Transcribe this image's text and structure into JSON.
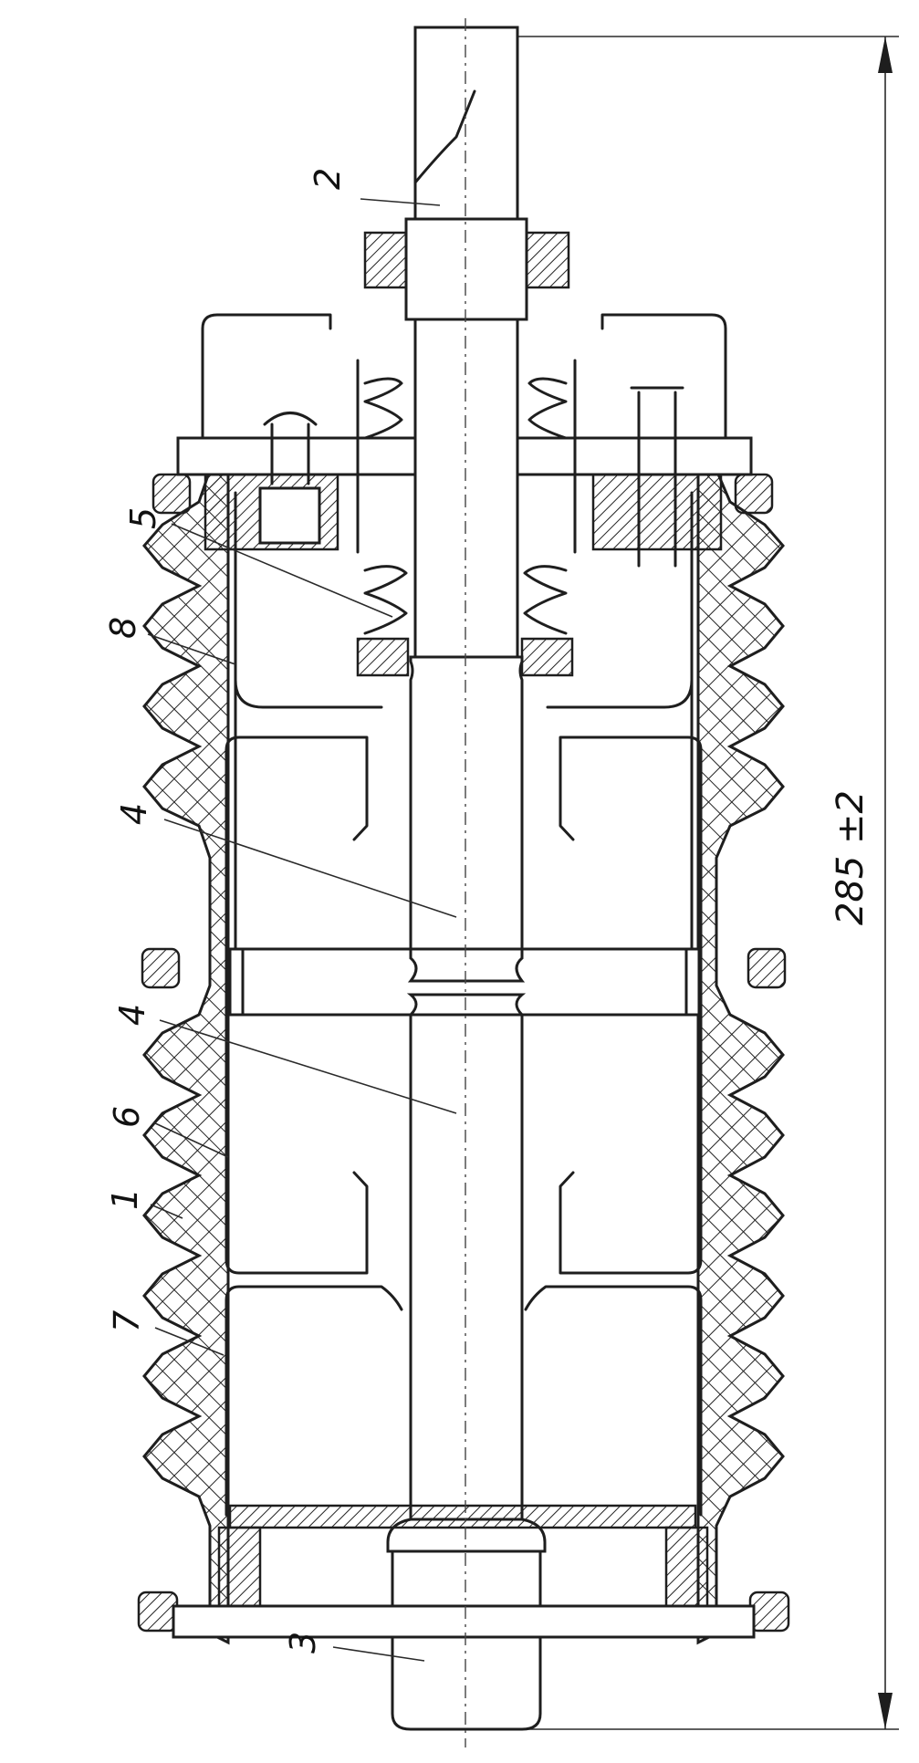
{
  "callouts": [
    {
      "id": "callout-2",
      "text": "2"
    },
    {
      "id": "callout-5",
      "text": "5"
    },
    {
      "id": "callout-8",
      "text": "8"
    },
    {
      "id": "callout-4a",
      "text": "4"
    },
    {
      "id": "callout-4b",
      "text": "4"
    },
    {
      "id": "callout-6",
      "text": "6"
    },
    {
      "id": "callout-1",
      "text": "1"
    },
    {
      "id": "callout-7",
      "text": "7"
    },
    {
      "id": "callout-3",
      "text": "3"
    }
  ],
  "dimension": {
    "text": "285 ±2"
  }
}
